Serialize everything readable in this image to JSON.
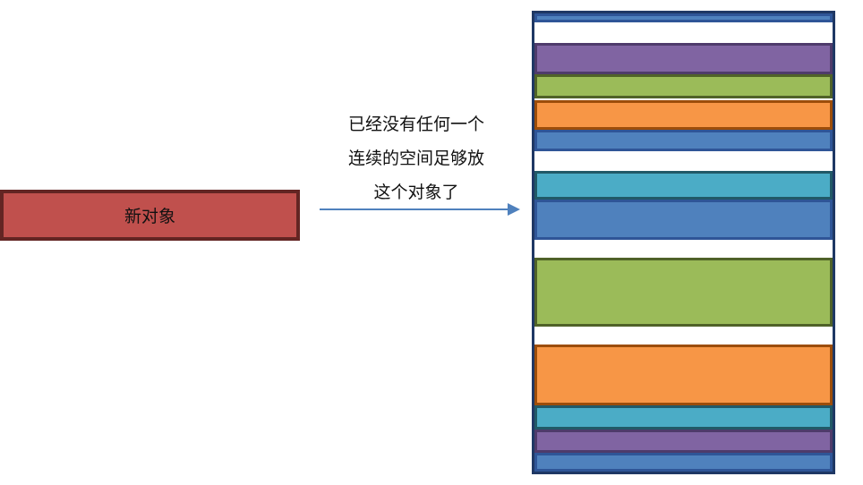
{
  "new_object": {
    "label": "新对象",
    "fill": "#c0504d",
    "border": "#632523"
  },
  "caption": {
    "lines": [
      "已经没有任何一个",
      "连续的空间足够放",
      "这个对象了"
    ]
  },
  "arrow": {
    "color": "#4f81bd"
  },
  "heap": {
    "border": "#1f3864",
    "blocks": [
      {
        "kind": "used",
        "fill": "#4f81bd",
        "border": "#2f5597"
      },
      {
        "kind": "free",
        "fill": "#ffffff",
        "border": "#ffffff"
      },
      {
        "kind": "used",
        "fill": "#8064a2",
        "border": "#4e3b6b"
      },
      {
        "kind": "used",
        "fill": "#9bbb59",
        "border": "#4f6228"
      },
      {
        "kind": "used",
        "fill": "#f79646",
        "border": "#9c4d0a"
      },
      {
        "kind": "used",
        "fill": "#4f81bd",
        "border": "#2f5597"
      },
      {
        "kind": "free",
        "fill": "#ffffff",
        "border": "#ffffff"
      },
      {
        "kind": "used",
        "fill": "#4bacc6",
        "border": "#215967"
      },
      {
        "kind": "used",
        "fill": "#4f81bd",
        "border": "#2f5597"
      },
      {
        "kind": "free",
        "fill": "#ffffff",
        "border": "#ffffff"
      },
      {
        "kind": "used",
        "fill": "#9bbb59",
        "border": "#4f6228"
      },
      {
        "kind": "free",
        "fill": "#ffffff",
        "border": "#ffffff"
      },
      {
        "kind": "used",
        "fill": "#f79646",
        "border": "#9c4d0a"
      },
      {
        "kind": "used",
        "fill": "#4bacc6",
        "border": "#215967"
      },
      {
        "kind": "used",
        "fill": "#8064a2",
        "border": "#4e3b6b"
      },
      {
        "kind": "used",
        "fill": "#4f81bd",
        "border": "#2f5597"
      }
    ]
  }
}
